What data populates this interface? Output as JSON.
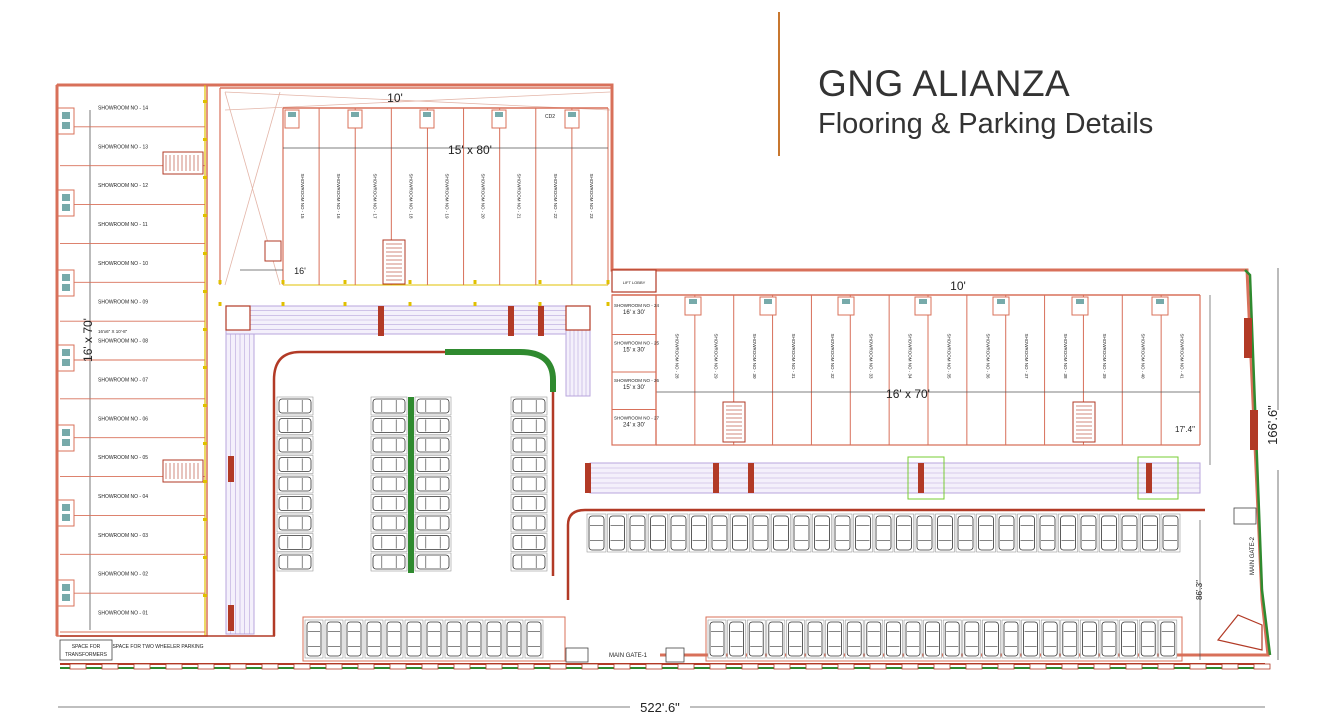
{
  "header": {
    "title": "GNG ALIANZA",
    "subtitle": "Flooring & Parking Details"
  },
  "colors": {
    "wall": "#d8705a",
    "wall_dark": "#b23a26",
    "grid": "#e0c000",
    "walkway": "#b9a6dc",
    "green": "#2f8a2f",
    "accent": "#c8772f",
    "text": "#333333"
  },
  "dimensions": {
    "top_width": "10'",
    "right_width": "10'",
    "showroom_top": "15' x 80'",
    "showroom_right": "16' x 70'",
    "showroom_left": "16' x 70'",
    "height_total": "166'.6\"",
    "width_total": "522'.6\"",
    "gap_16": "16'",
    "gap_17": "17'.4\"",
    "gap_86": "86'.3\""
  },
  "left_showrooms": [
    "SHOWROOM NO - 14",
    "SHOWROOM NO - 13",
    "SHOWROOM NO - 12",
    "SHOWROOM NO - 11",
    "SHOWROOM NO - 10",
    "SHOWROOM NO - 09",
    "SHOWROOM NO - 08",
    "SHOWROOM NO - 07",
    "SHOWROOM NO - 06",
    "SHOWROOM NO - 05",
    "SHOWROOM NO - 04",
    "SHOWROOM NO - 03",
    "SHOWROOM NO - 02",
    "SHOWROOM NO - 01"
  ],
  "top_showrooms": [
    "SHOWROOM NO - 15",
    "SHOWROOM NO - 16",
    "SHOWROOM NO - 17",
    "SHOWROOM NO - 18",
    "SHOWROOM NO - 19",
    "SHOWROOM NO - 20",
    "SHOWROOM NO - 21",
    "SHOWROOM NO - 22",
    "SHOWROOM NO - 23"
  ],
  "mid_showrooms": [
    {
      "name": "SHOWROOM NO - 24",
      "size": "16' x 30'"
    },
    {
      "name": "SHOWROOM NO - 25",
      "size": "15' x 30'"
    },
    {
      "name": "SHOWROOM NO - 26",
      "size": "15' x 30'"
    },
    {
      "name": "SHOWROOM NO - 27",
      "size": "24' x 30'"
    }
  ],
  "right_showrooms": [
    "SHOWROOM NO - 28",
    "SHOWROOM NO - 29",
    "SHOWROOM NO - 30",
    "SHOWROOM NO - 31",
    "SHOWROOM NO - 32",
    "SHOWROOM NO - 33",
    "SHOWROOM NO - 34",
    "SHOWROOM NO - 35",
    "SHOWROOM NO - 36",
    "SHOWROOM NO - 37",
    "SHOWROOM NO - 38",
    "SHOWROOM NO - 39",
    "SHOWROOM NO - 40",
    "SHOWROOM NO - 41"
  ],
  "labels": {
    "main_gate_1": "MAIN GATE-1",
    "main_gate_2": "MAIN GATE-2",
    "transformer": "SPACE FOR TRANSFORMERS",
    "two_wheeler": "SPACE FOR TWO WHEELER PARKING",
    "showroom_08_size": "16'x6\" X 10'-8\"",
    "cd2": "CD2",
    "lift_lobby": "LIFT LOBBY"
  }
}
